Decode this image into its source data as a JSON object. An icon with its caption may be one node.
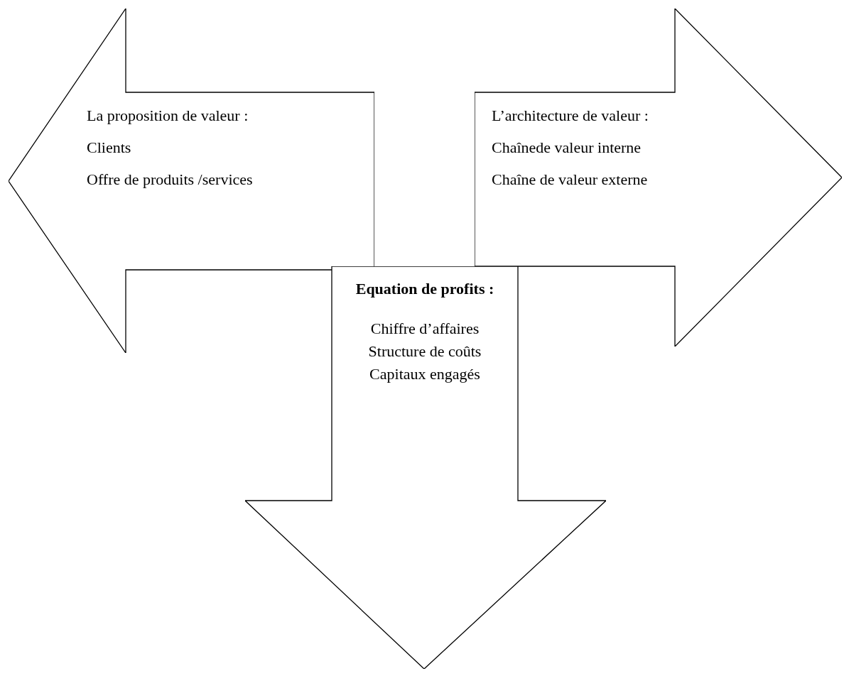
{
  "diagram": {
    "nodes": [
      {
        "text": [
          "La proposition de valeur :",
          "Clients",
          "Offre de produits /services"
        ]
      },
      {
        "text": [
          "L’architecture de valeur :",
          "Chaînede valeur interne",
          "Chaîne de valeur externe"
        ]
      },
      {
        "text": [
          "Equation de profits :",
          "Chiffre d’affaires",
          "Structure de coûts",
          "Capitaux engagés"
        ]
      }
    ]
  }
}
